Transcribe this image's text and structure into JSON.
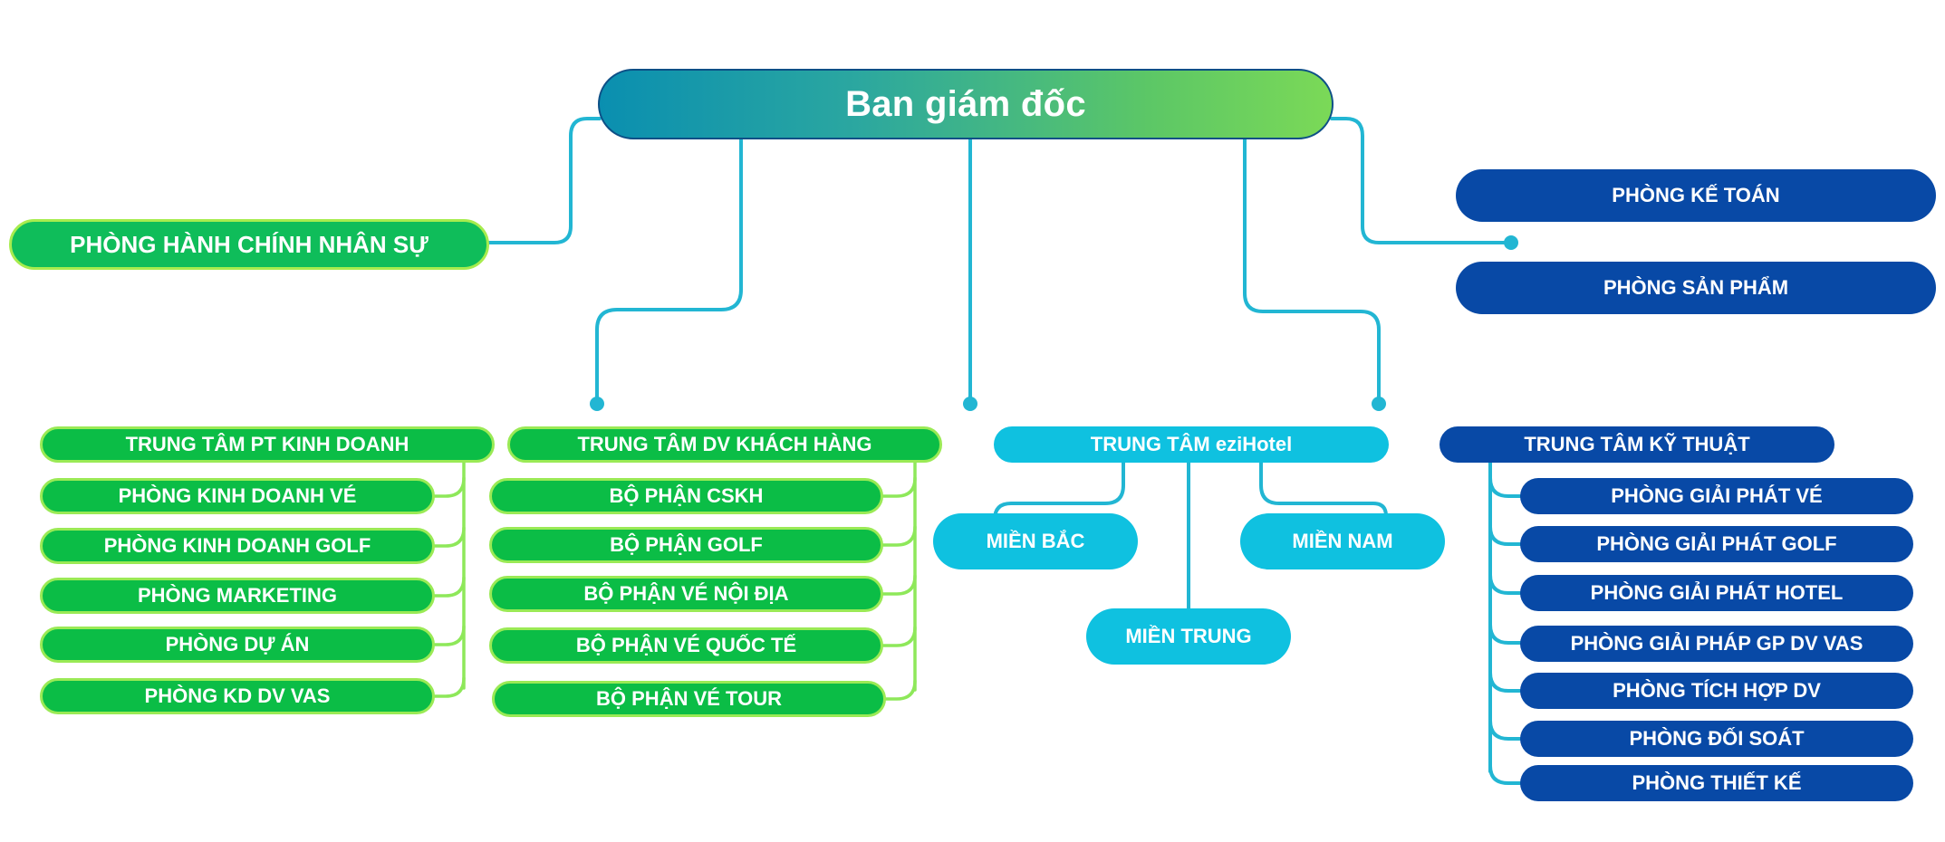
{
  "root": {
    "label": "Ban giám đốc"
  },
  "hr": {
    "label": "PHÒNG HÀNH CHÍNH NHÂN SỰ"
  },
  "right_top": [
    {
      "label": "PHÒNG KẾ TOÁN"
    },
    {
      "label": "PHÒNG SẢN PHẨM"
    }
  ],
  "business": {
    "label": "TRUNG TÂM PT KINH DOANH",
    "items": [
      {
        "label": "PHÒNG KINH DOANH VÉ"
      },
      {
        "label": "PHÒNG KINH DOANH GOLF"
      },
      {
        "label": "PHÒNG MARKETING"
      },
      {
        "label": "PHÒNG DỰ ÁN"
      },
      {
        "label": "PHÒNG KD DV VAS"
      }
    ]
  },
  "customer": {
    "label": "TRUNG TÂM DV KHÁCH HÀNG",
    "items": [
      {
        "label": "BỘ PHẬN CSKH"
      },
      {
        "label": "BỘ PHẬN GOLF"
      },
      {
        "label": "BỘ PHẬN VÉ NỘI ĐỊA"
      },
      {
        "label": "BỘ PHẬN VÉ QUỐC TẾ"
      },
      {
        "label": "BỘ PHẬN VÉ TOUR"
      }
    ]
  },
  "hotel": {
    "label": "TRUNG TÂM eziHotel",
    "north": "MIỀN BẮC",
    "south": "MIỀN NAM",
    "central": "MIỀN TRUNG"
  },
  "tech": {
    "label": "TRUNG TÂM KỸ THUẬT",
    "items": [
      {
        "label": "PHÒNG GIẢI PHÁT VÉ"
      },
      {
        "label": "PHÒNG GIẢI PHÁT GOLF"
      },
      {
        "label": "PHÒNG GIẢI PHÁT HOTEL"
      },
      {
        "label": "PHÒNG GIẢI PHÁP GP DV VAS"
      },
      {
        "label": "PHÒNG TÍCH HỢP DV"
      },
      {
        "label": "PHÒNG ĐỐI SOÁT"
      },
      {
        "label": "PHÒNG THIẾT KẾ"
      }
    ]
  },
  "colors": {
    "connector_blue": "#22b6d3",
    "connector_green": "#8ee85a",
    "dark_blue": "#0849a6",
    "light_blue": "#0fc1e0",
    "green": "#0fbd5a"
  }
}
